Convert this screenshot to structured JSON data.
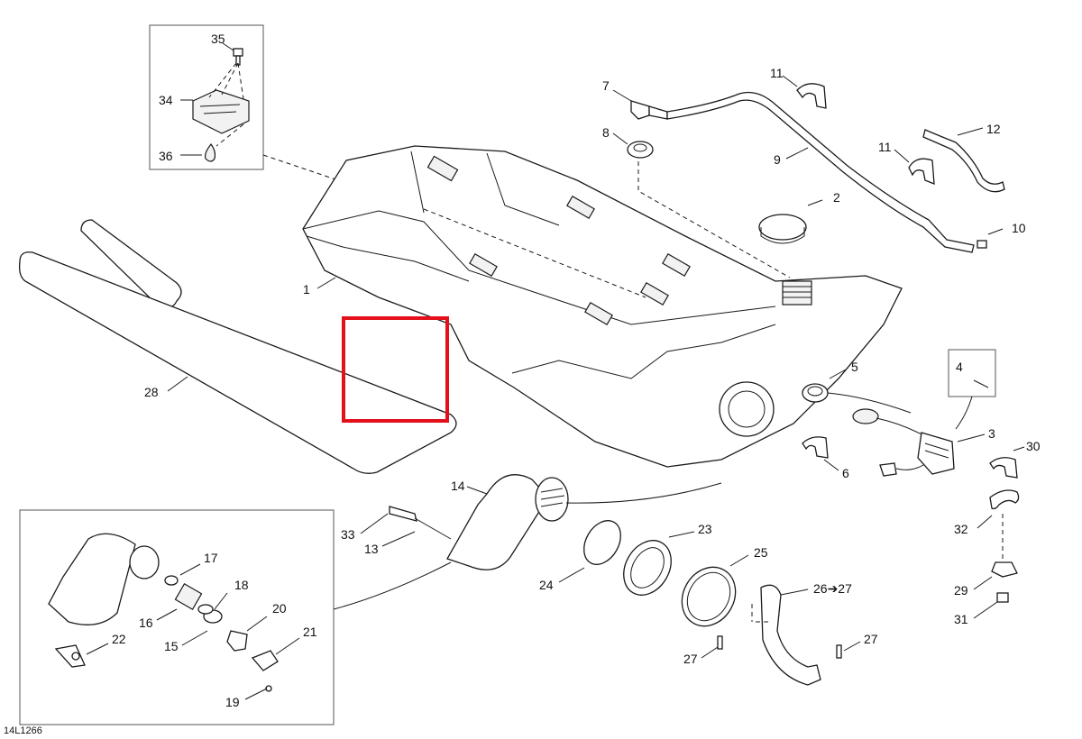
{
  "diagram_id": "14L1266",
  "colors": {
    "highlight": "#e3101b",
    "ink": "#1a1a1a",
    "frame": "#555555"
  },
  "callouts": {
    "c1": "1",
    "c2": "2",
    "c3": "3",
    "c4": "4",
    "c5": "5",
    "c6": "6",
    "c7": "7",
    "c8": "8",
    "c9": "9",
    "c10": "10",
    "c11a": "11",
    "c11b": "11",
    "c12": "12",
    "c13": "13",
    "c14": "14",
    "c15": "15",
    "c16": "16",
    "c17": "17",
    "c18": "18",
    "c19": "19",
    "c20": "20",
    "c21": "21",
    "c22": "22",
    "c23": "23",
    "c24": "24",
    "c25": "25",
    "c26": "26➔27",
    "c27a": "27",
    "c27b": "27",
    "c28": "28",
    "c29": "29",
    "c30": "30",
    "c31": "31",
    "c32": "32",
    "c33": "33",
    "c34": "34",
    "c35": "35",
    "c36": "36"
  }
}
